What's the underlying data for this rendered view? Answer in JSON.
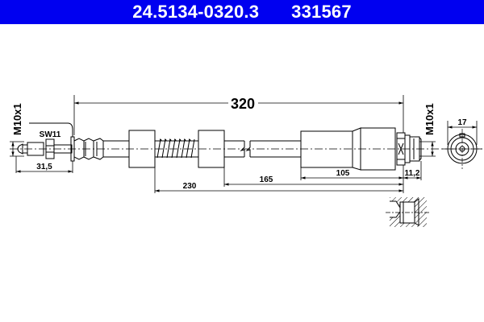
{
  "header": {
    "part_number": "24.5134-0320.3",
    "ref_number": "331567",
    "background_color": "#0000f0",
    "text_color": "#ffffff"
  },
  "drawing": {
    "title": "Brake hose technical drawing",
    "dimensions": {
      "overall_length": "320",
      "left_thread": "M10x1",
      "right_thread": "M10x1",
      "wrench_size": "SW11",
      "left_fitting_length": "31,5",
      "length_230": "230",
      "length_165": "165",
      "length_105": "105",
      "right_fitting_length": "11,2",
      "end_view_diameter": "17"
    },
    "views": {
      "side_view": "hose-side-view",
      "end_view": "hose-end-view",
      "port_section": "female-port-section"
    },
    "line_color": "#000000"
  }
}
